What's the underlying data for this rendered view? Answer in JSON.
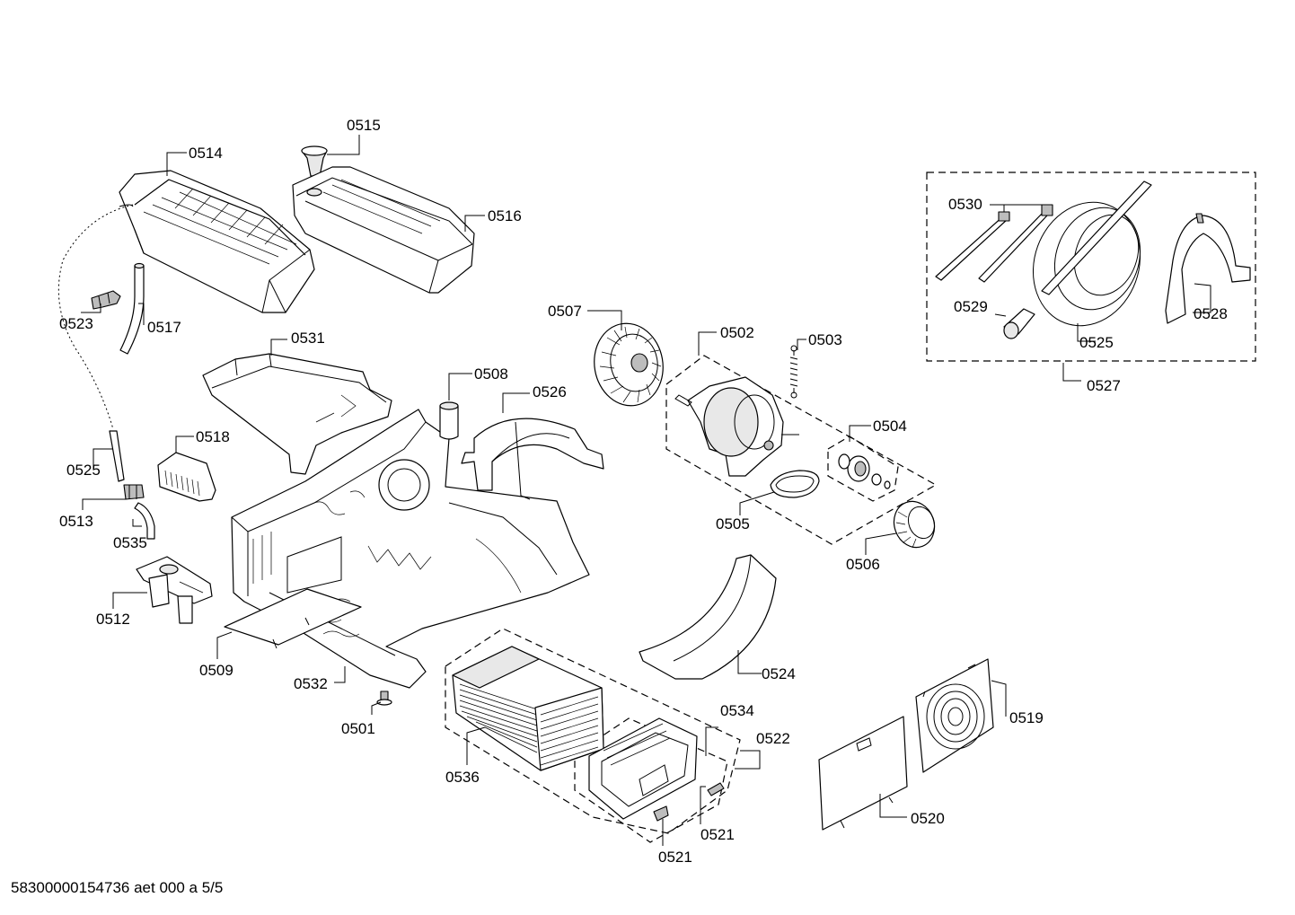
{
  "diagram": {
    "labels": {
      "p0501": "0501",
      "p0502": "0502",
      "p0503": "0503",
      "p0504": "0504",
      "p0505": "0505",
      "p0506": "0506",
      "p0507": "0507",
      "p0508": "0508",
      "p0509": "0509",
      "p0512": "0512",
      "p0513": "0513",
      "p0514": "0514",
      "p0515": "0515",
      "p0516": "0516",
      "p0517": "0517",
      "p0518": "0518",
      "p0519": "0519",
      "p0520": "0520",
      "p0521a": "0521",
      "p0521b": "0521",
      "p0522": "0522",
      "p0523": "0523",
      "p0524": "0524",
      "p0525a": "0525",
      "p0525b": "0525",
      "p0526": "0526",
      "p0527": "0527",
      "p0528": "0528",
      "p0529": "0529",
      "p0530": "0530",
      "p0531": "0531",
      "p0532": "0532",
      "p0534": "0534",
      "p0535": "0535",
      "p0536": "0536"
    },
    "footer": "58300000154736 aet 000 a 5/5"
  }
}
